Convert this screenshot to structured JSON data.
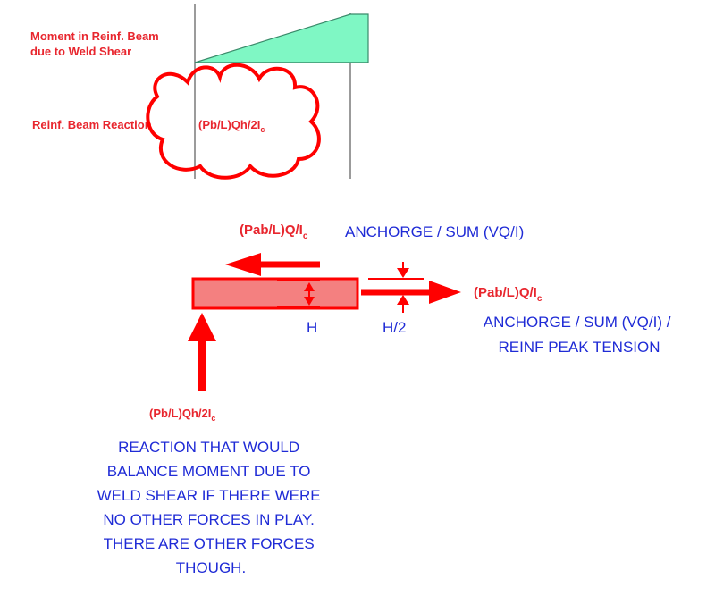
{
  "colors": {
    "red": "#ff0000",
    "label_red": "#e8262e",
    "blue": "#1f2bd6",
    "teal_fill": "#7ff7c4",
    "bar_fill": "#f48080",
    "axis_gray": "#7a7a7a"
  },
  "top_chart": {
    "moment_label_line1": "Moment in Reinf. Beam",
    "moment_label_line2": "due to Weld Shear",
    "reaction_label": "Reinf. Beam Reaction",
    "reaction_formula_base": "(Pb/L)Qh/2I",
    "reaction_formula_sub": "c"
  },
  "diagram": {
    "top_force_base": "(Pab/L)Q/I",
    "top_force_sub": "c",
    "top_anchor_text": "ANCHORGE / SUM (VQ/I)",
    "right_force_base": "(Pab/L)Q/I",
    "right_force_sub": "c",
    "right_text_line1": "ANCHORGE / SUM (VQ/I) /",
    "right_text_line2": "REINF PEAK TENSION",
    "h_label": "H",
    "h2_label": "H/2",
    "bottom_force_base": "(Pb/L)Qh/2I",
    "bottom_force_sub": "c",
    "note_lines": [
      "REACTION THAT WOULD",
      "BALANCE MOMENT DUE TO",
      "WELD SHEAR IF THERE WERE",
      "NO OTHER FORCES IN PLAY.",
      "THERE ARE OTHER FORCES",
      "THOUGH."
    ]
  }
}
